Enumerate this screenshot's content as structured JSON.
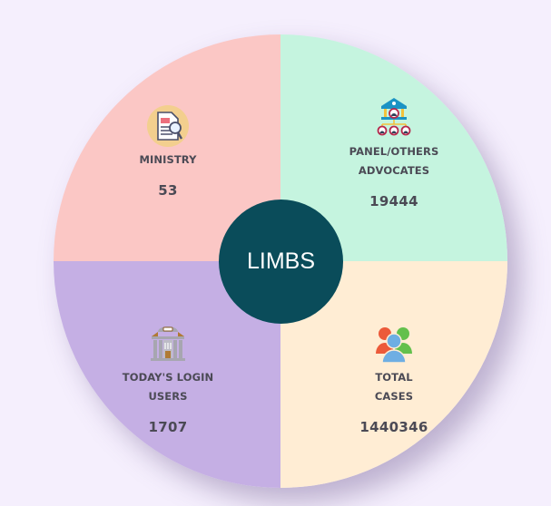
{
  "colors": {
    "background": "#f5effd",
    "ministry": "#fbc7c5",
    "panel": "#c5f4df",
    "login": "#c5afe4",
    "total": "#ffedd4",
    "center": "#0a4c5a",
    "text": "#4b4a55"
  },
  "center": {
    "label": "LIMBS"
  },
  "tiles": [
    {
      "id": "ministry",
      "icon": "document-search-icon",
      "label": "MINISTRY",
      "value": "53"
    },
    {
      "id": "panel",
      "icon": "court-hierarchy-icon",
      "label": "PANEL/OTHERS\nADVOCATES",
      "value": "19444"
    },
    {
      "id": "login",
      "icon": "courthouse-icon",
      "label": "TODAY'S LOGIN\nUSERS",
      "value": "1707"
    },
    {
      "id": "total",
      "icon": "users-group-icon",
      "label": "TOTAL\nCASES",
      "value": "1440346"
    }
  ]
}
